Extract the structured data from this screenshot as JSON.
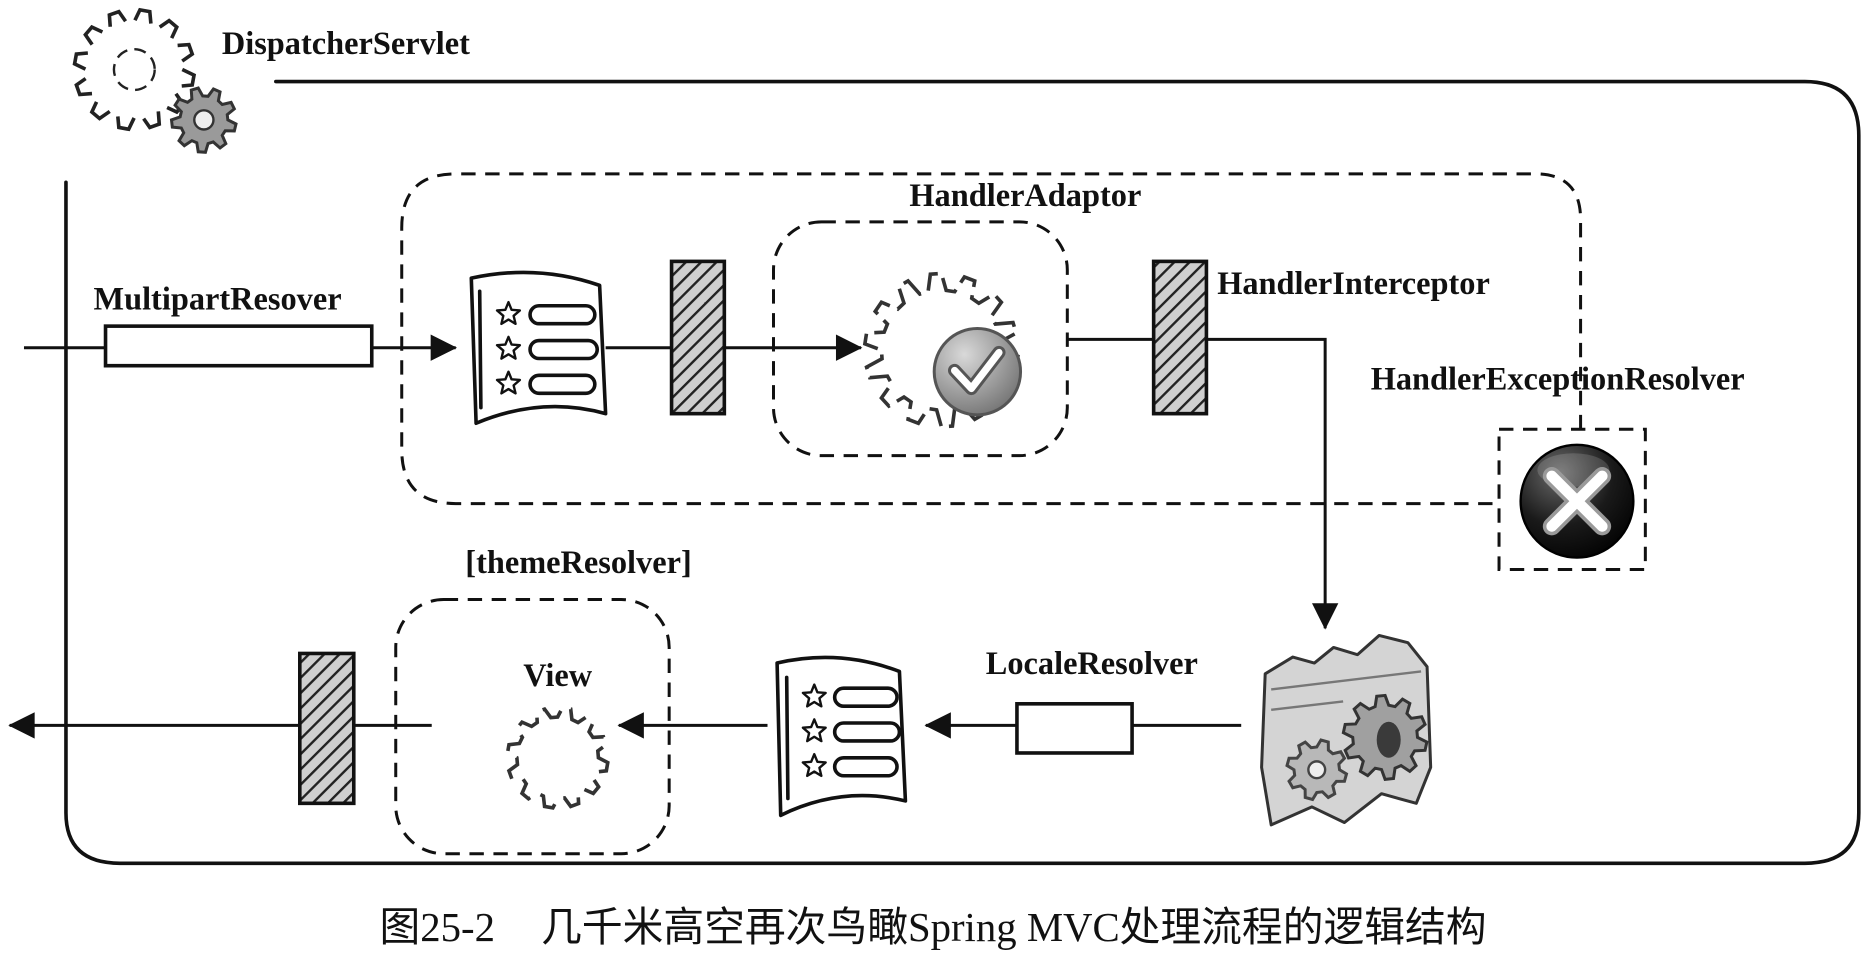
{
  "diagram": {
    "servlet_label": "DispatcherServlet",
    "adaptor_label": "HandlerAdaptor",
    "multipart_label": "MultipartResover",
    "interceptor_label": "HandlerInterceptor",
    "exception_label": "HandlerExceptionResolver",
    "theme_label": "[themeResolver]",
    "view_label": "View",
    "locale_label": "LocaleResolver"
  },
  "caption": {
    "figure_no": "图25-2",
    "title": "几千米高空再次鸟瞰Spring MVC处理流程的逻辑结构"
  },
  "icons": {
    "servlet": "gears-icon",
    "handler_mapping": "document-list-icon",
    "handler": "gear-check-icon",
    "exception_resolver": "close-circle-icon",
    "view_resolver": "paper-gears-icon",
    "view_resolution": "document-list-icon",
    "view": "gear-outline-icon",
    "interceptor": "hatched-bar-icon"
  },
  "colors": {
    "ink": "#111111",
    "hatch_fill": "#cfcfcf",
    "hatch_line": "#222222"
  }
}
